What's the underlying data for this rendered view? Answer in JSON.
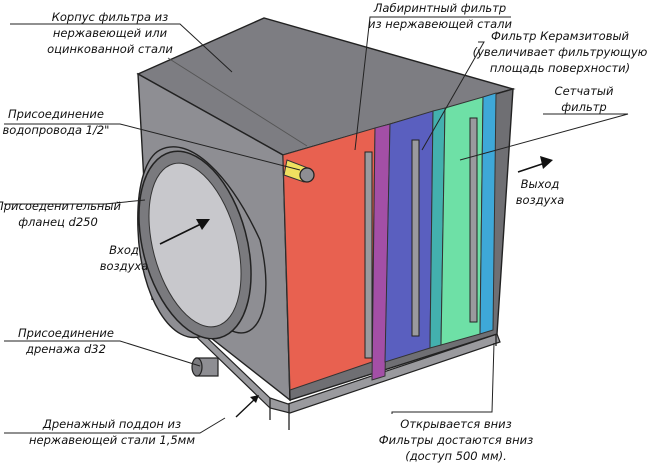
{
  "diagram": {
    "housing_label": [
      "Корпус фильтра из",
      "нержавеющей или",
      "оцинкованной стали"
    ],
    "water_conn_label": [
      "Присоединение",
      "водопровода 1/2\""
    ],
    "flange_label": [
      "Присоеденительный",
      "фланец d250"
    ],
    "air_in_label": [
      "Вход",
      "воздуха"
    ],
    "drain_conn_label": [
      "Присоединение",
      "дренажа d32"
    ],
    "tray_label": [
      "Дренажный поддон из",
      "нержавеющей стали 1,5мм"
    ],
    "labyrinth_label": [
      "Лабиринтный фильтр",
      "из нержавеющей стали"
    ],
    "ceramsite_label": [
      "Фильтр Керамзитовый",
      "(увеличивает фильтрующую",
      "площадь поверхности)"
    ],
    "mesh_label": [
      "Сетчатый",
      "фильтр"
    ],
    "air_out_label": [
      "Выход",
      "воздуха"
    ],
    "bottom_note": [
      "Открывается вниз",
      "Фильтры достаются вниз",
      "(доступ 500 мм)."
    ]
  },
  "colors": {
    "housing_front": "#8e8e93",
    "housing_top": "#7d7d82",
    "housing_right": "#6f6f73",
    "filter_red": "#e86150",
    "filter_purple": "#a34fa6",
    "filter_blue": "#5a5fbf",
    "filter_teal": "#43b0ae",
    "filter_green": "#6ee0a6",
    "filter_cyan": "#3ea8d8",
    "pipe_yellow": "#f0e060"
  }
}
